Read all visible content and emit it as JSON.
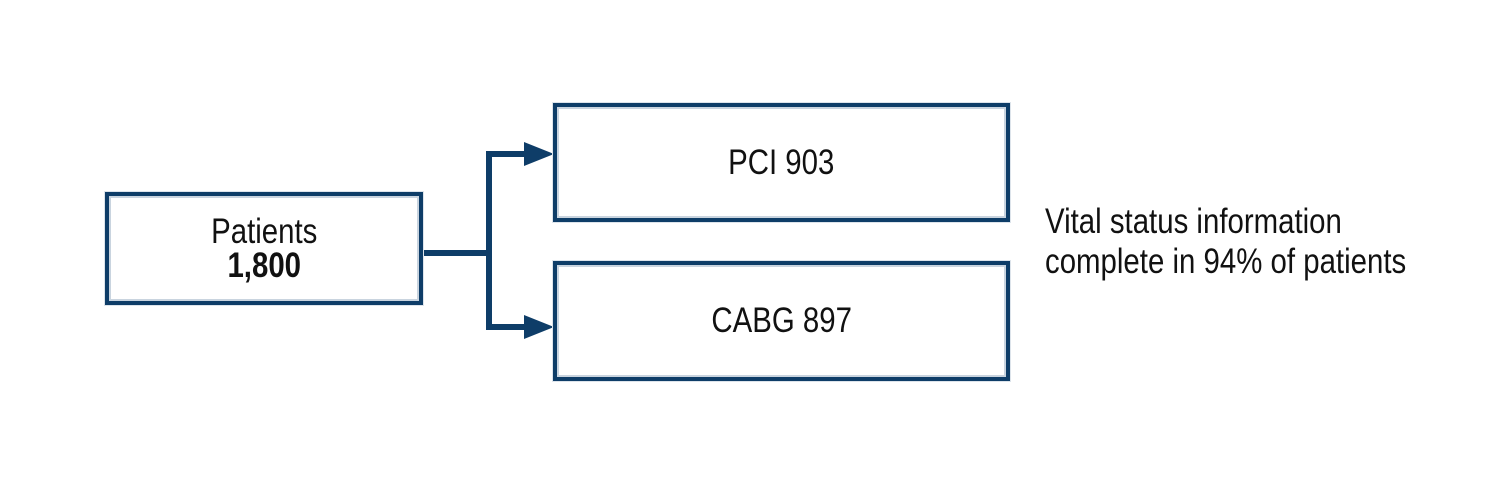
{
  "colors": {
    "accent": "#0e3d68",
    "text": "#111111",
    "background": "#ffffff"
  },
  "flowchart": {
    "type": "patient-flow-diagram",
    "root": {
      "label": "Patients",
      "value": "1,800"
    },
    "branches": [
      {
        "label": "PCI 903",
        "name": "PCI",
        "count": 903
      },
      {
        "label": "CABG 897",
        "name": "CABG",
        "count": 897
      }
    ],
    "annotation": {
      "lines": [
        "Vital status information",
        "complete in 94% of patients"
      ]
    }
  }
}
